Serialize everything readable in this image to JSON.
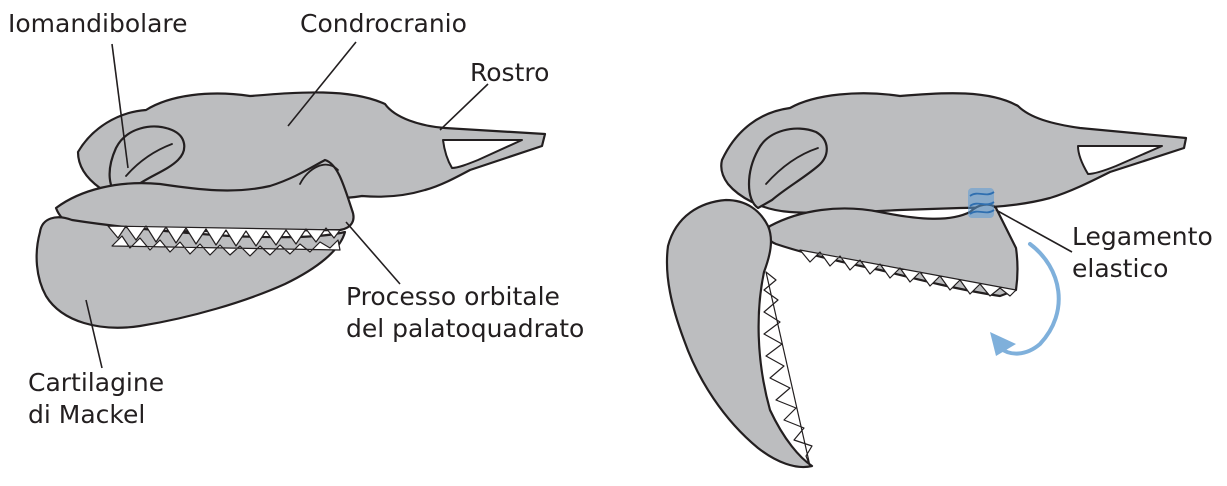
{
  "left_figure": {
    "labels": {
      "iomandibolare": "Iomandibolare",
      "condrocranio": "Condrocranio",
      "rostro": "Rostro",
      "processo_line1": "Processo orbitale",
      "processo_line2": "del palatoquadrato",
      "cartilagine_line1": "Cartilagine",
      "cartilagine_line2": "di Mackel"
    }
  },
  "right_figure": {
    "labels": {
      "legamento_line1": "Legamento",
      "legamento_line2": "elastico"
    }
  },
  "colors": {
    "cartilage": "#bcbdbf",
    "outline": "#231f20",
    "ligament": "#5b9bd5",
    "arrow": "#7fb0db"
  }
}
